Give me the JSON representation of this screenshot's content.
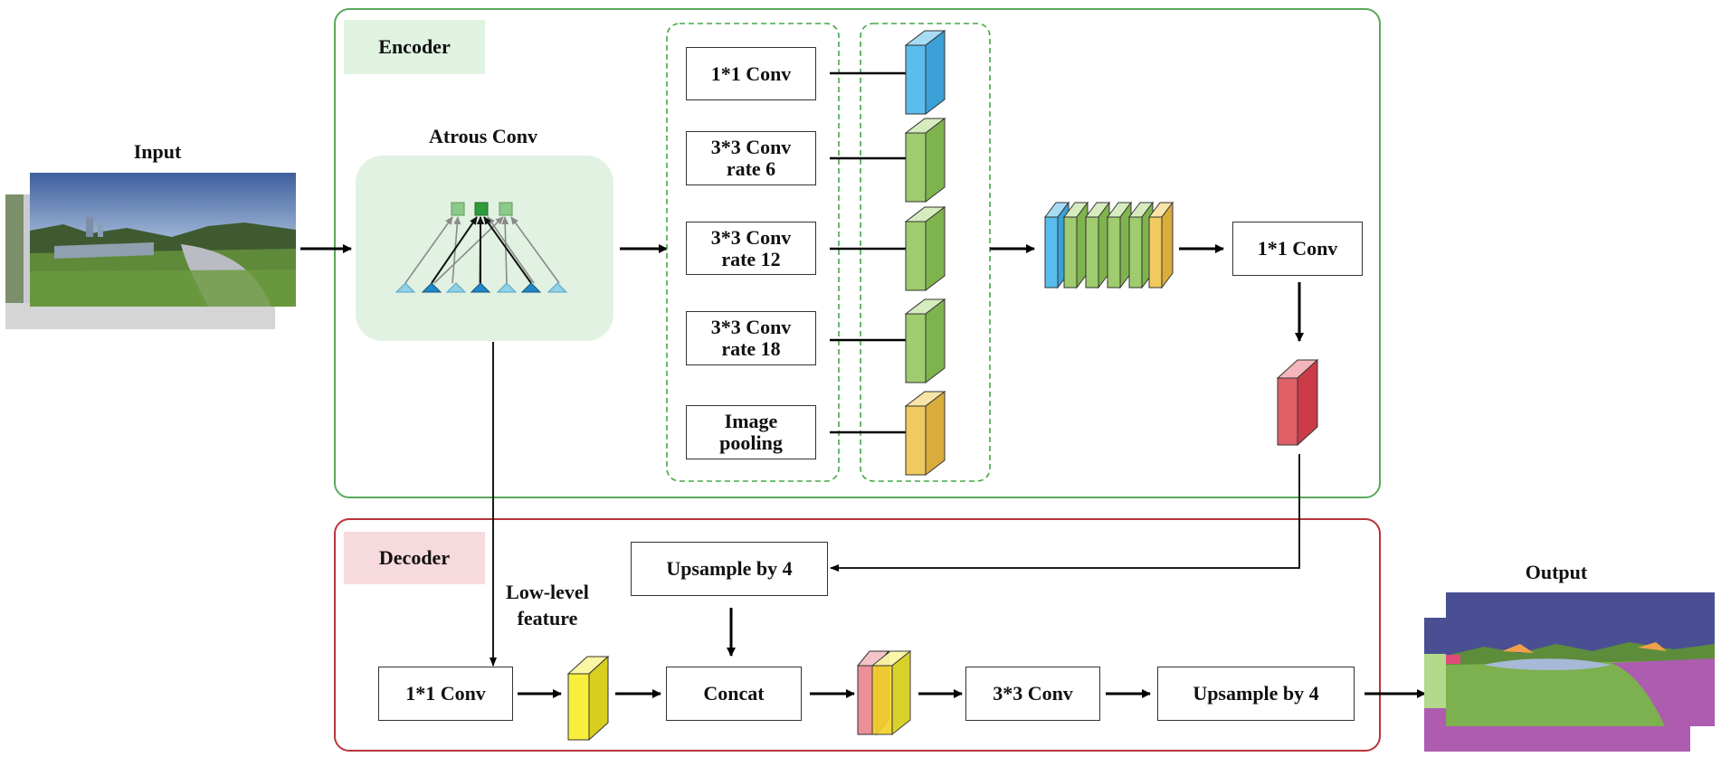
{
  "input": {
    "label": "Input"
  },
  "output": {
    "label": "Output"
  },
  "encoder": {
    "label": "Encoder",
    "atrous_label": "Atrous Conv",
    "branches": [
      {
        "line1": "1*1 Conv",
        "line2": ""
      },
      {
        "line1": "3*3 Conv",
        "line2": "rate 6"
      },
      {
        "line1": "3*3 Conv",
        "line2": "rate 12"
      },
      {
        "line1": "3*3 Conv",
        "line2": "rate 18"
      },
      {
        "line1": "Image",
        "line2": "pooling"
      }
    ],
    "post_conv": "1*1 Conv"
  },
  "decoder": {
    "label": "Decoder",
    "upsample_top": "Upsample by 4",
    "low_level_line1": "Low-level",
    "low_level_line2": "feature",
    "conv1": "1*1 Conv",
    "concat": "Concat",
    "conv3": "3*3 Conv",
    "upsample_out": "Upsample by 4"
  },
  "colors": {
    "encoder_border": "#5aa85a",
    "encoder_tag_bg": "#e0f2e0",
    "decoder_border": "#b8343a",
    "decoder_tag_bg": "#f7dadd",
    "atrous_bg": "#e1f1e2",
    "feature_blue": "#5bbcee",
    "feature_green": "#9fcc6e",
    "feature_orange": "#f0ca60",
    "feature_red": "#e06068",
    "feature_yellow": "#f7ef3c"
  }
}
